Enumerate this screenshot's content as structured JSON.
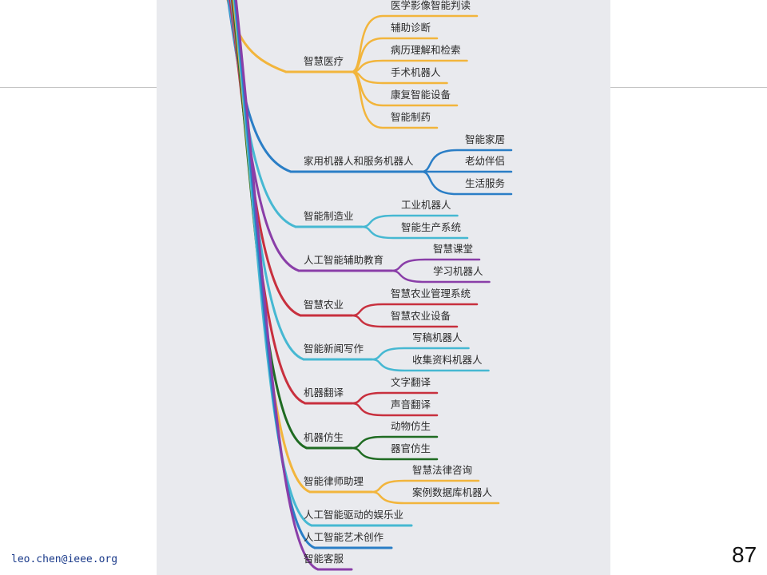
{
  "slide": {
    "footer_email": "leo.chen@ieee.org",
    "page_number": "87"
  },
  "mindmap": {
    "branches": [
      {
        "label": "智慧医疗",
        "color": "#f2b53c",
        "children": [
          "医学影像智能判读",
          "辅助诊断",
          "病历理解和检索",
          "手术机器人",
          "康复智能设备",
          "智能制药"
        ]
      },
      {
        "label": "家用机器人和服务机器人",
        "color": "#2a7ec6",
        "children": [
          "智能家居",
          "老幼伴侣",
          "生活服务"
        ]
      },
      {
        "label": "智能制造业",
        "color": "#46b8d2",
        "children": [
          "工业机器人",
          "智能生产系统"
        ]
      },
      {
        "label": "人工智能辅助教育",
        "color": "#8a3ea8",
        "children": [
          "智慧课堂",
          "学习机器人"
        ]
      },
      {
        "label": "智慧农业",
        "color": "#c8303e",
        "children": [
          "智慧农业管理系统",
          "智慧农业设备"
        ]
      },
      {
        "label": "智能新闻写作",
        "color": "#46b8d2",
        "children": [
          "写稿机器人",
          "收集资料机器人"
        ]
      },
      {
        "label": "机器翻译",
        "color": "#c8303e",
        "children": [
          "文字翻译",
          "声音翻译"
        ]
      },
      {
        "label": "机器仿生",
        "color": "#1f6b22",
        "children": [
          "动物仿生",
          "器官仿生"
        ]
      },
      {
        "label": "智能律师助理",
        "color": "#f2b53c",
        "children": [
          "智慧法律咨询",
          "案例数据库机器人"
        ]
      },
      {
        "label": "人工智能驱动的娱乐业",
        "color": "#46b8d2",
        "children": []
      },
      {
        "label": "人工智能艺术创作",
        "color": "#2a7ec6",
        "children": []
      },
      {
        "label": "智能客服",
        "color": "#8a3ea8",
        "children": []
      }
    ]
  }
}
